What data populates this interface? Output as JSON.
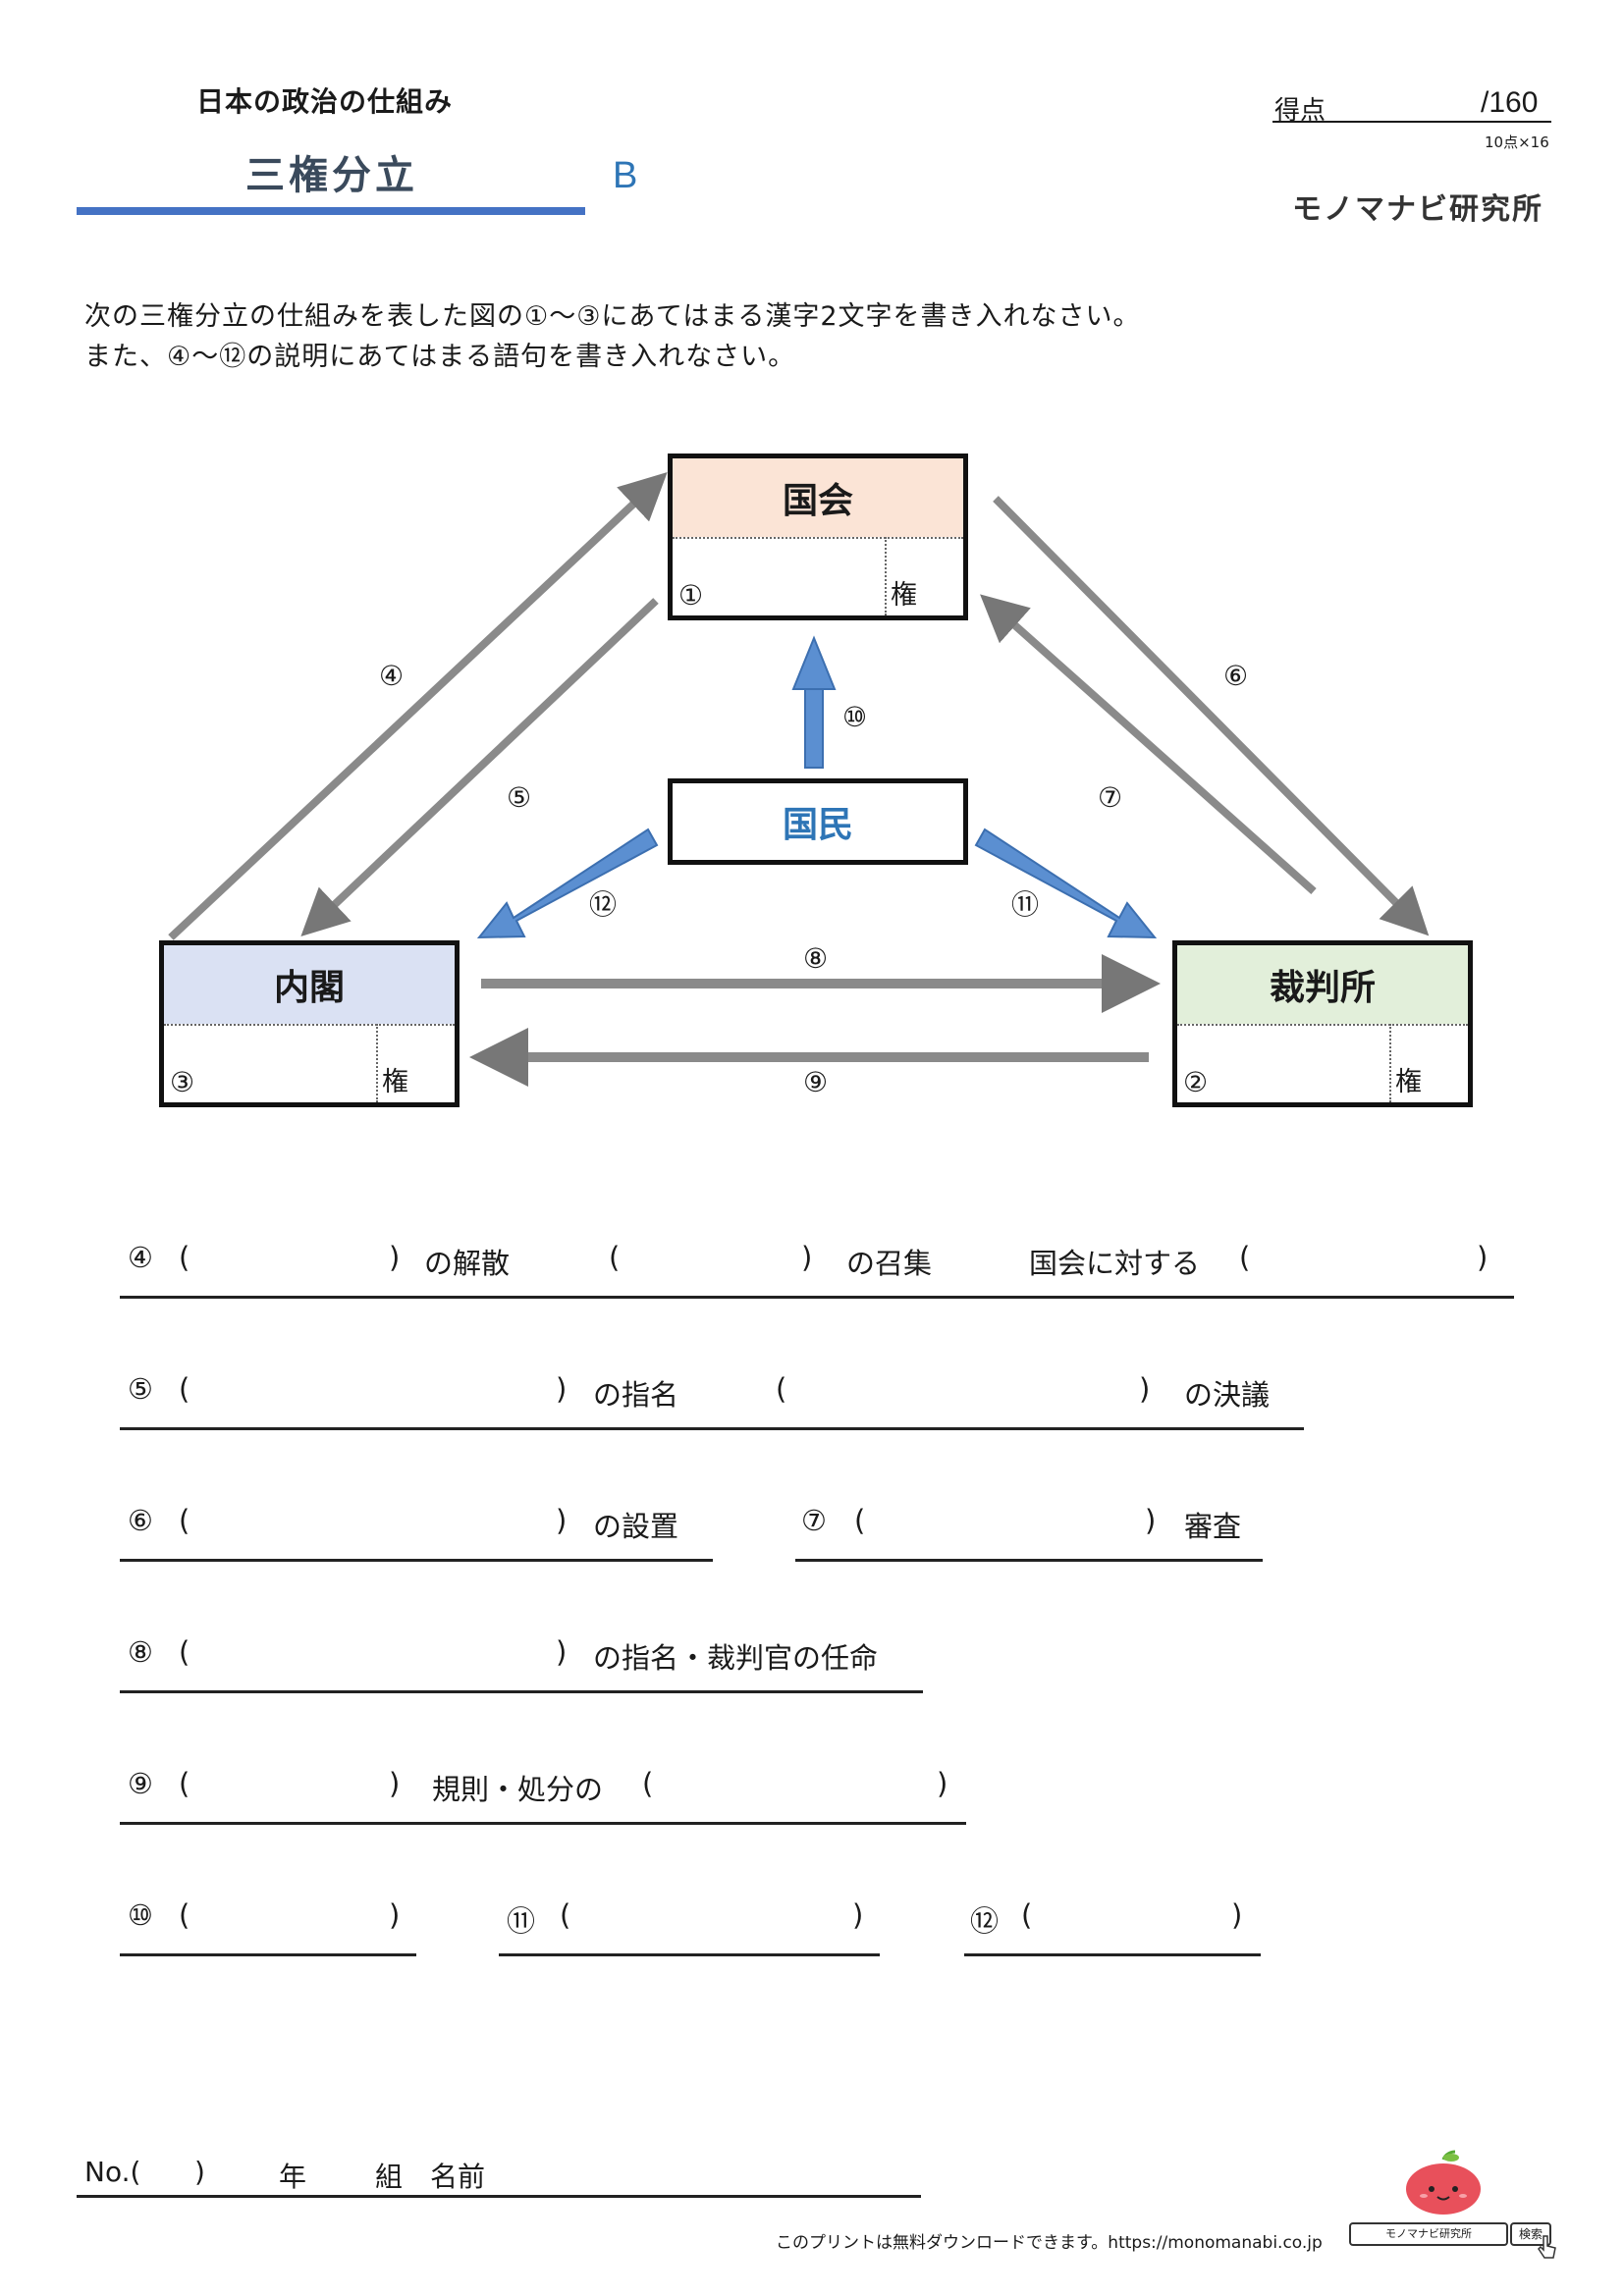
{
  "header": {
    "subject": "日本の政治の仕組み",
    "title": "三権分立",
    "level": "B",
    "score_label": "得点",
    "score_total": "/160",
    "score_note": "10点×16",
    "brand": "モノマナビ研究所"
  },
  "instructions": [
    "次の三権分立の仕組みを表した図の①〜③にあてはまる漢字2文字を書き入れなさい。",
    "また、④〜⑫の説明にあてはまる語句を書き入れなさい。"
  ],
  "diagram": {
    "kokkai": {
      "title": "国会",
      "num": "①",
      "ken": "権"
    },
    "saibansho": {
      "title": "裁判所",
      "num": "②",
      "ken": "権"
    },
    "naikaku": {
      "title": "内閣",
      "num": "③",
      "ken": "権"
    },
    "kokumin": {
      "title": "国民"
    },
    "labels": {
      "n4": "④",
      "n5": "⑤",
      "n6": "⑥",
      "n7": "⑦",
      "n8": "⑧",
      "n9": "⑨",
      "n10": "⑩",
      "n11": "⑪",
      "n12": "⑫"
    },
    "colors": {
      "kokkai_head": "#fbe4d6",
      "naikaku_head": "#dae1f3",
      "saibansho_head": "#e2efda",
      "blue_arrow": "#5b8fd1",
      "gray_arrow": "#888888",
      "kokumin_text": "#2e75b6"
    }
  },
  "questions": {
    "q4": {
      "num": "④",
      "open1": "(",
      "close1": ")",
      "text1": "の解散",
      "open2": "(",
      "close2": ")",
      "text2": "の召集",
      "text3": "国会に対する",
      "open3": "(",
      "close3": ")"
    },
    "q5": {
      "num": "⑤",
      "open1": "(",
      "close1": ")",
      "text1": "の指名",
      "open2": "(",
      "close2": ")",
      "text2": "の決議"
    },
    "q6": {
      "num": "⑥",
      "open1": "(",
      "close1": ")",
      "text1": "の設置"
    },
    "q7": {
      "num": "⑦",
      "open1": "(",
      "close1": ")",
      "text1": "審査"
    },
    "q8": {
      "num": "⑧",
      "open1": "(",
      "close1": ")",
      "text1": "の指名・裁判官の任命"
    },
    "q9": {
      "num": "⑨",
      "open1": "(",
      "close1": ")",
      "text1": "規則・処分の",
      "open2": "(",
      "close2": ")"
    },
    "q10": {
      "num": "⑩",
      "open1": "(",
      "close1": ")"
    },
    "q11": {
      "num": "⑪",
      "open1": "(",
      "close1": ")"
    },
    "q12": {
      "num": "⑫",
      "open1": "(",
      "close1": ")"
    }
  },
  "footer": {
    "no": "No.(",
    "no_close": ")",
    "nen": "年",
    "kumi": "組",
    "namae": "名前",
    "download": "このプリントは無料ダウンロードできます。https://monomanabi.co.jp",
    "search_box": "モノマナビ研究所",
    "search_button": "検索"
  }
}
